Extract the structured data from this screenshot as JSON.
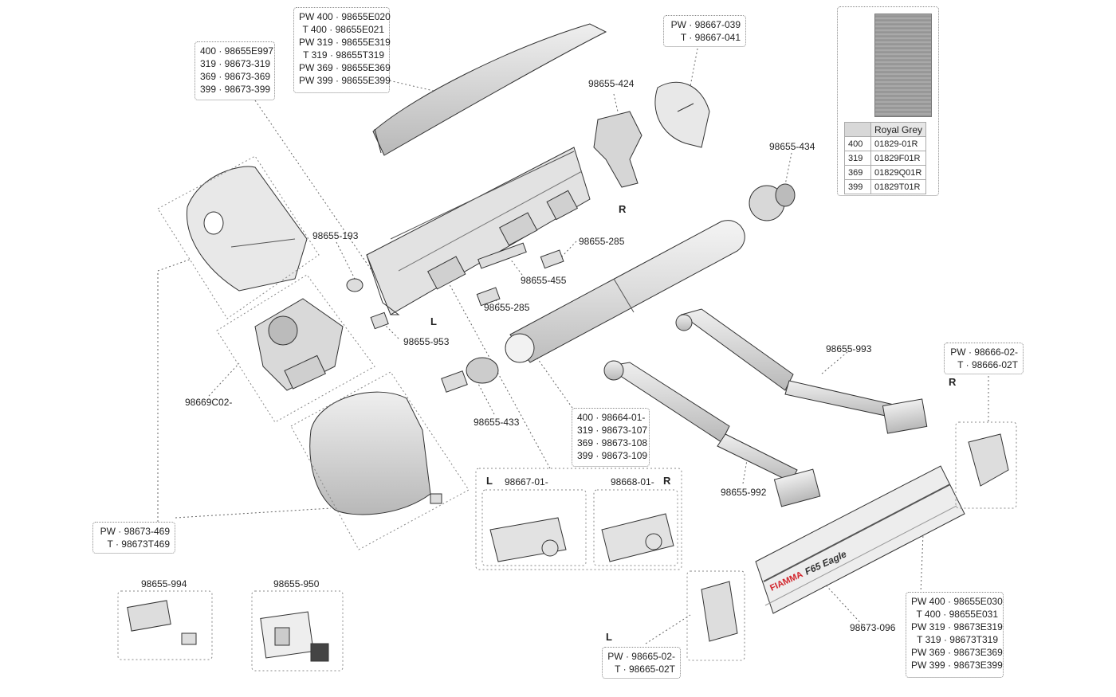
{
  "labels": {
    "p193": "98655-193",
    "p424": "98655-424",
    "p434": "98655-434",
    "p285a": "98655-285",
    "p455": "98655-455",
    "p285b": "98655-285",
    "p953": "98655-953",
    "p433": "98655-433",
    "p993": "98655-993",
    "p992": "98655-992",
    "p669": "98669C02-",
    "p994": "98655-994",
    "p950": "98655-950",
    "p096": "98673-096",
    "p667": "98667-01-",
    "p668": "98668-01-"
  },
  "sides": {
    "r_top": "R",
    "l_mid": "L",
    "r_arm": "R",
    "l_box": "L",
    "r_box": "R",
    "l_bottom": "L"
  },
  "boxes": {
    "cover": [
      "PW 400 · 98655E020",
      "T 400 · 98655E021",
      "PW 319 · 98655E319",
      "T 319 · 98655T319",
      "PW 369 · 98655E369",
      "PW 399 · 98655E399"
    ],
    "left_cap": [
      "400 · 98655E997",
      "319 · 98673-319",
      "369 · 98673-369",
      "399 · 98673-399"
    ],
    "right_cap": [
      "PW · 98667-039",
      "T · 98667-041"
    ],
    "end_r": [
      "PW · 98666-02-",
      "T · 98666-02T"
    ],
    "roller": [
      "400 · 98664-01-",
      "319 · 98673-107",
      "369 · 98673-108",
      "399 · 98673-109"
    ],
    "motor_cover": [
      "PW · 98673-469",
      "T · 98673T469"
    ],
    "end_l": [
      "PW · 98665-02-",
      "T · 98665-02T"
    ],
    "front": [
      "PW 400 · 98655E030",
      "T 400 · 98655E031",
      "PW 319 · 98673E319",
      "T 319 · 98673T319",
      "PW 369 · 98673E369",
      "PW 399 · 98673E399"
    ]
  },
  "fabric": {
    "name": "Royal Grey",
    "rows": [
      [
        "400",
        "01829-01R"
      ],
      [
        "319",
        "01829F01R"
      ],
      [
        "369",
        "01829Q01R"
      ],
      [
        "399",
        "01829T01R"
      ]
    ]
  },
  "brand": {
    "logo": "FIAMMA",
    "model": "F65 Eagle",
    "logo_color": "#d2232a"
  }
}
